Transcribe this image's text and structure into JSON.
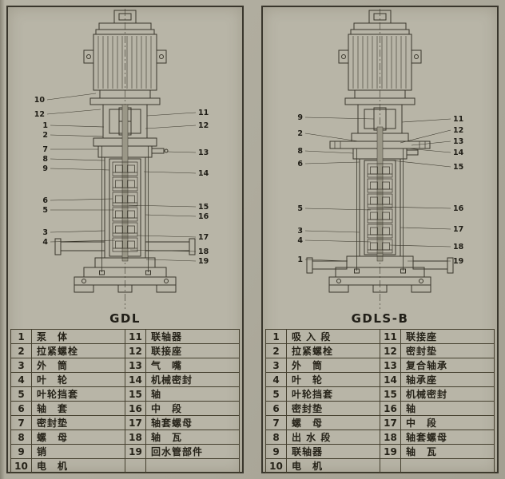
{
  "page": {
    "background": "#aeab9d",
    "ink": "#3a372c"
  },
  "panels": [
    {
      "label": "GDL",
      "callouts_left": [
        "10",
        "12",
        "1",
        "2",
        "7",
        "8",
        "9",
        "6",
        "5",
        "3",
        "4"
      ],
      "callouts_right": [
        "11",
        "12",
        "13",
        "14",
        "15",
        "16",
        "17",
        "18",
        "19"
      ],
      "rows": [
        [
          "1",
          "泵　体",
          "11",
          "联轴器"
        ],
        [
          "2",
          "拉紧螺栓",
          "12",
          "联接座"
        ],
        [
          "3",
          "外　筒",
          "13",
          "气　嘴"
        ],
        [
          "4",
          "叶　轮",
          "14",
          "机械密封"
        ],
        [
          "5",
          "叶轮挡套",
          "15",
          "轴"
        ],
        [
          "6",
          "轴　套",
          "16",
          "中　段"
        ],
        [
          "7",
          "密封垫",
          "17",
          "轴套螺母"
        ],
        [
          "8",
          "螺　母",
          "18",
          "轴　瓦"
        ],
        [
          "9",
          "销",
          "19",
          "回水管部件"
        ],
        [
          "10",
          "电　机",
          "",
          ""
        ]
      ]
    },
    {
      "label": "GDLS-B",
      "callouts_left": [
        "9",
        "2",
        "8",
        "6",
        "5",
        "3",
        "4",
        "1"
      ],
      "callouts_right": [
        "11",
        "12",
        "13",
        "14",
        "15",
        "16",
        "17",
        "18",
        "19"
      ],
      "rows": [
        [
          "1",
          "吸 入 段",
          "11",
          "联接座"
        ],
        [
          "2",
          "拉紧螺栓",
          "12",
          "密封垫"
        ],
        [
          "3",
          "外　筒",
          "13",
          "复合轴承"
        ],
        [
          "4",
          "叶　轮",
          "14",
          "轴承座"
        ],
        [
          "5",
          "叶轮挡套",
          "15",
          "机械密封"
        ],
        [
          "6",
          "密封垫",
          "16",
          "轴"
        ],
        [
          "7",
          "螺　母",
          "17",
          "中　段"
        ],
        [
          "8",
          "出 水 段",
          "18",
          "轴套螺母"
        ],
        [
          "9",
          "联轴器",
          "19",
          "轴　瓦"
        ],
        [
          "10",
          "电　机",
          "",
          ""
        ]
      ]
    }
  ]
}
